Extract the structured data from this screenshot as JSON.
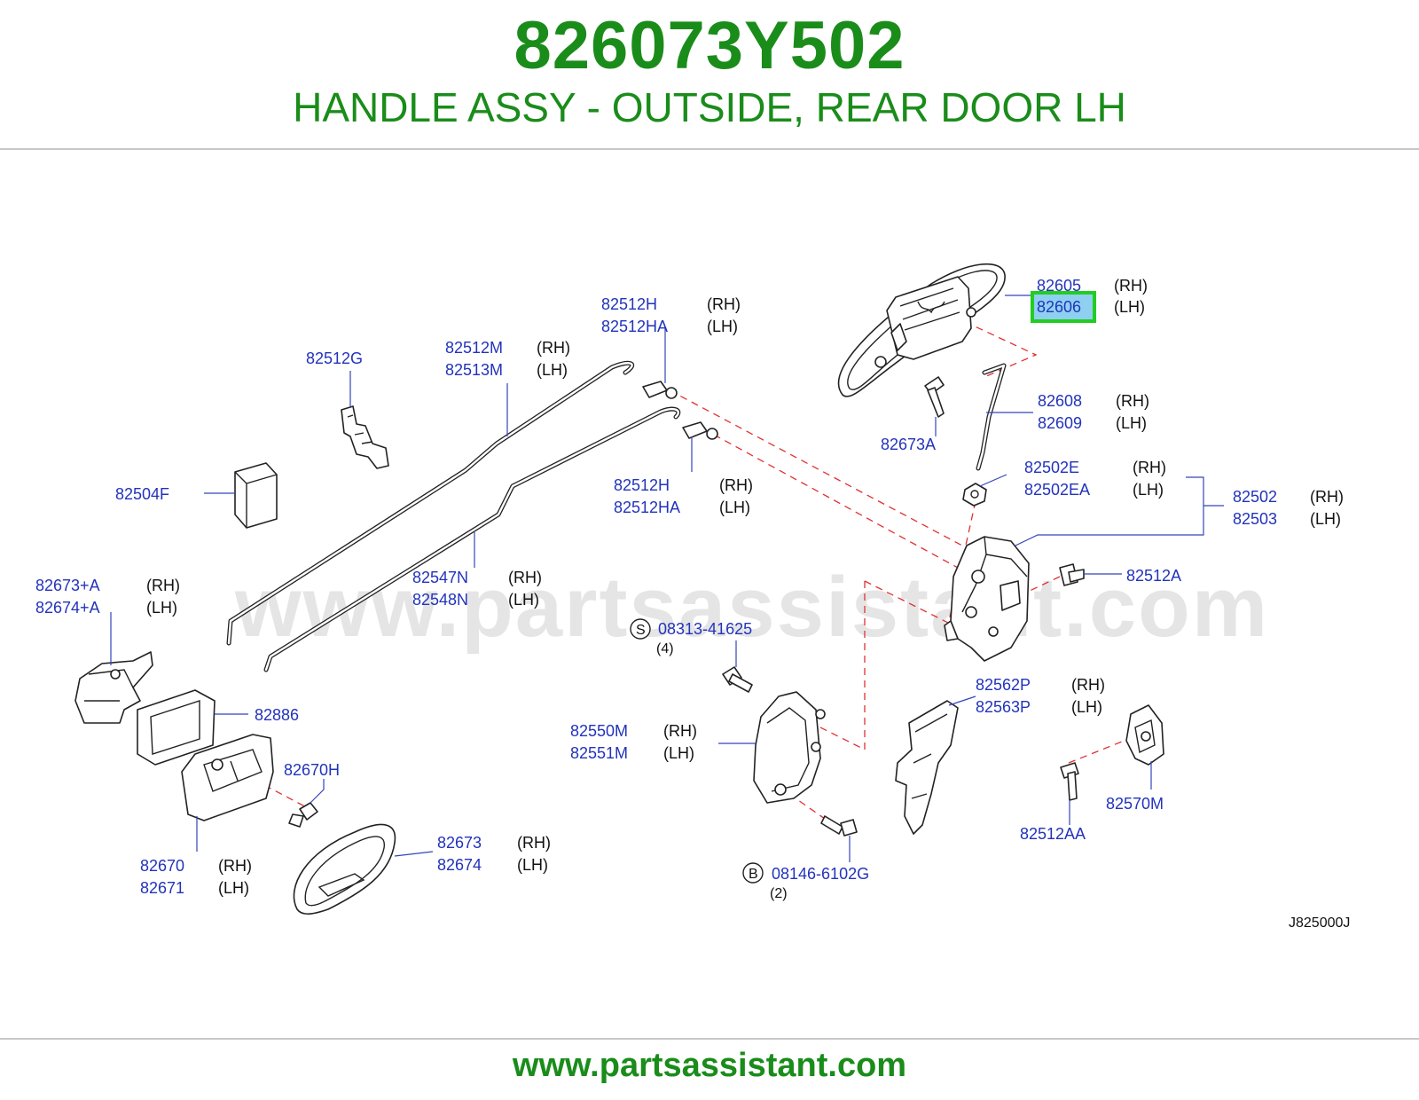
{
  "header": {
    "part_number": "826073Y502",
    "title": "HANDLE ASSY - OUTSIDE, REAR DOOR LH"
  },
  "footer": {
    "url": "www.partsassistant.com"
  },
  "watermark": "www.partsassistant.com",
  "diagram_code": "J825000J",
  "colors": {
    "brand_green": "#1a8c1a",
    "part_number_blue": "#2233bb",
    "highlight_green": "#22cc22",
    "highlight_fill": "#8fd0f0",
    "dashed_red": "#e03030"
  },
  "callouts": {
    "c82605": "82605",
    "c82606": "82606",
    "rh": "(RH)",
    "lh": "(LH)",
    "c82512H_a": "82512H",
    "c82512HA_a": "82512HA",
    "c82512M": "82512M",
    "c82513M": "82513M",
    "c82512G": "82512G",
    "c82608": "82608",
    "c82609": "82609",
    "c82673A": "82673A",
    "c82502E": "82502E",
    "c82502EA": "82502EA",
    "c82502": "82502",
    "c82503": "82503",
    "c82504F": "82504F",
    "c82512H_b": "82512H",
    "c82512HA_b": "82512HA",
    "c82512A": "82512A",
    "c82547N": "82547N",
    "c82548N": "82548N",
    "c82673pA": "82673+A",
    "c82674pA": "82674+A",
    "s_marker": "S",
    "c08313": "08313-41625",
    "qty4": "(4)",
    "c82886": "82886",
    "c82562P": "82562P",
    "c82563P": "82563P",
    "c82550M": "82550M",
    "c82551M": "82551M",
    "c82670H": "82670H",
    "c82570M": "82570M",
    "c82512AA": "82512AA",
    "c82673": "82673",
    "c82674": "82674",
    "c82670": "82670",
    "c82671": "82671",
    "b_marker": "B",
    "c08146": "08146-6102G",
    "qty2": "(2)"
  },
  "highlighted_part": "82606"
}
